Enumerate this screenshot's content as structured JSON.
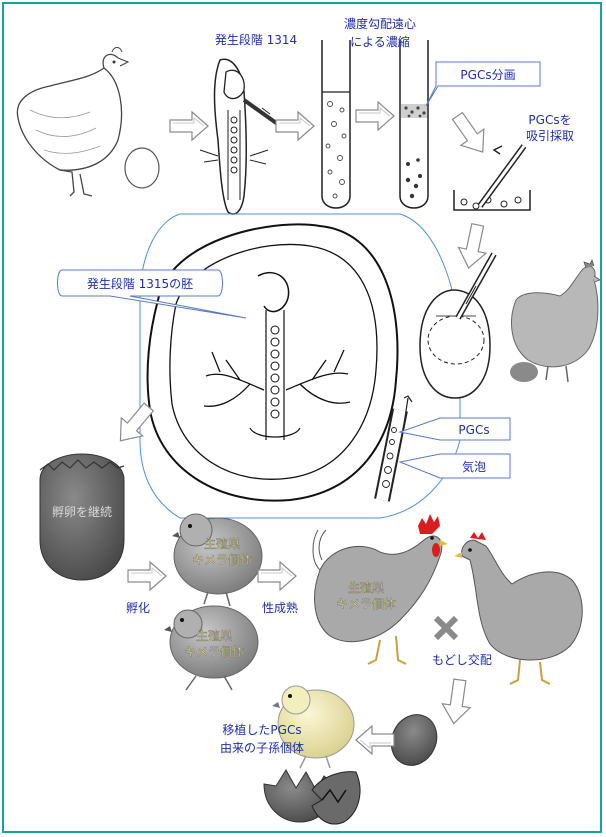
{
  "colors": {
    "frame": "#14a4a0",
    "label_text": "#1e2fa8",
    "callout_border": "#5a78c8",
    "chick_label": "#f2e98a",
    "hen_gray": "#a9a9a9",
    "comb_red": "#d81e1e"
  },
  "labels": {
    "stage_1314": "発生段階 1314",
    "concentration_line1": "濃度勾配遠心",
    "concentration_line2": "による濃縮",
    "pgc_fraction": "PGCs分画",
    "pgc_collect_line1": "PGCsを",
    "pgc_collect_line2": "吸引採取",
    "stage_1315": "発生段階 1315の胚",
    "pgcs": "PGCs",
    "bubble": "気泡",
    "continue_incubation": "孵卵を継続",
    "hatching": "孵化",
    "maturity": "性成熟",
    "chimera_chick_1_line1": "生殖巣",
    "chimera_chick_1_line2": "キメラ個体",
    "chimera_chick_2_line1": "生殖巣",
    "chimera_chick_2_line2": "キメラ個体",
    "chimera_adult_line1": "生殖巣",
    "chimera_adult_line2": "キメラ個体",
    "backcross": "もどし交配",
    "offspring_line1": "移植したPGCs",
    "offspring_line2": "由来の子孫個体"
  },
  "icons": {
    "hen": "hen-icon",
    "egg": "egg-icon",
    "embryo": "embryo-icon",
    "tube": "centrifuge-tube-icon",
    "dish": "petri-dish-icon",
    "pipette": "pipette-icon",
    "chick": "chick-icon",
    "rooster": "rooster-icon",
    "arrow": "flow-arrow-icon",
    "cross": "cross-icon",
    "eggshell": "broken-eggshell-icon"
  }
}
